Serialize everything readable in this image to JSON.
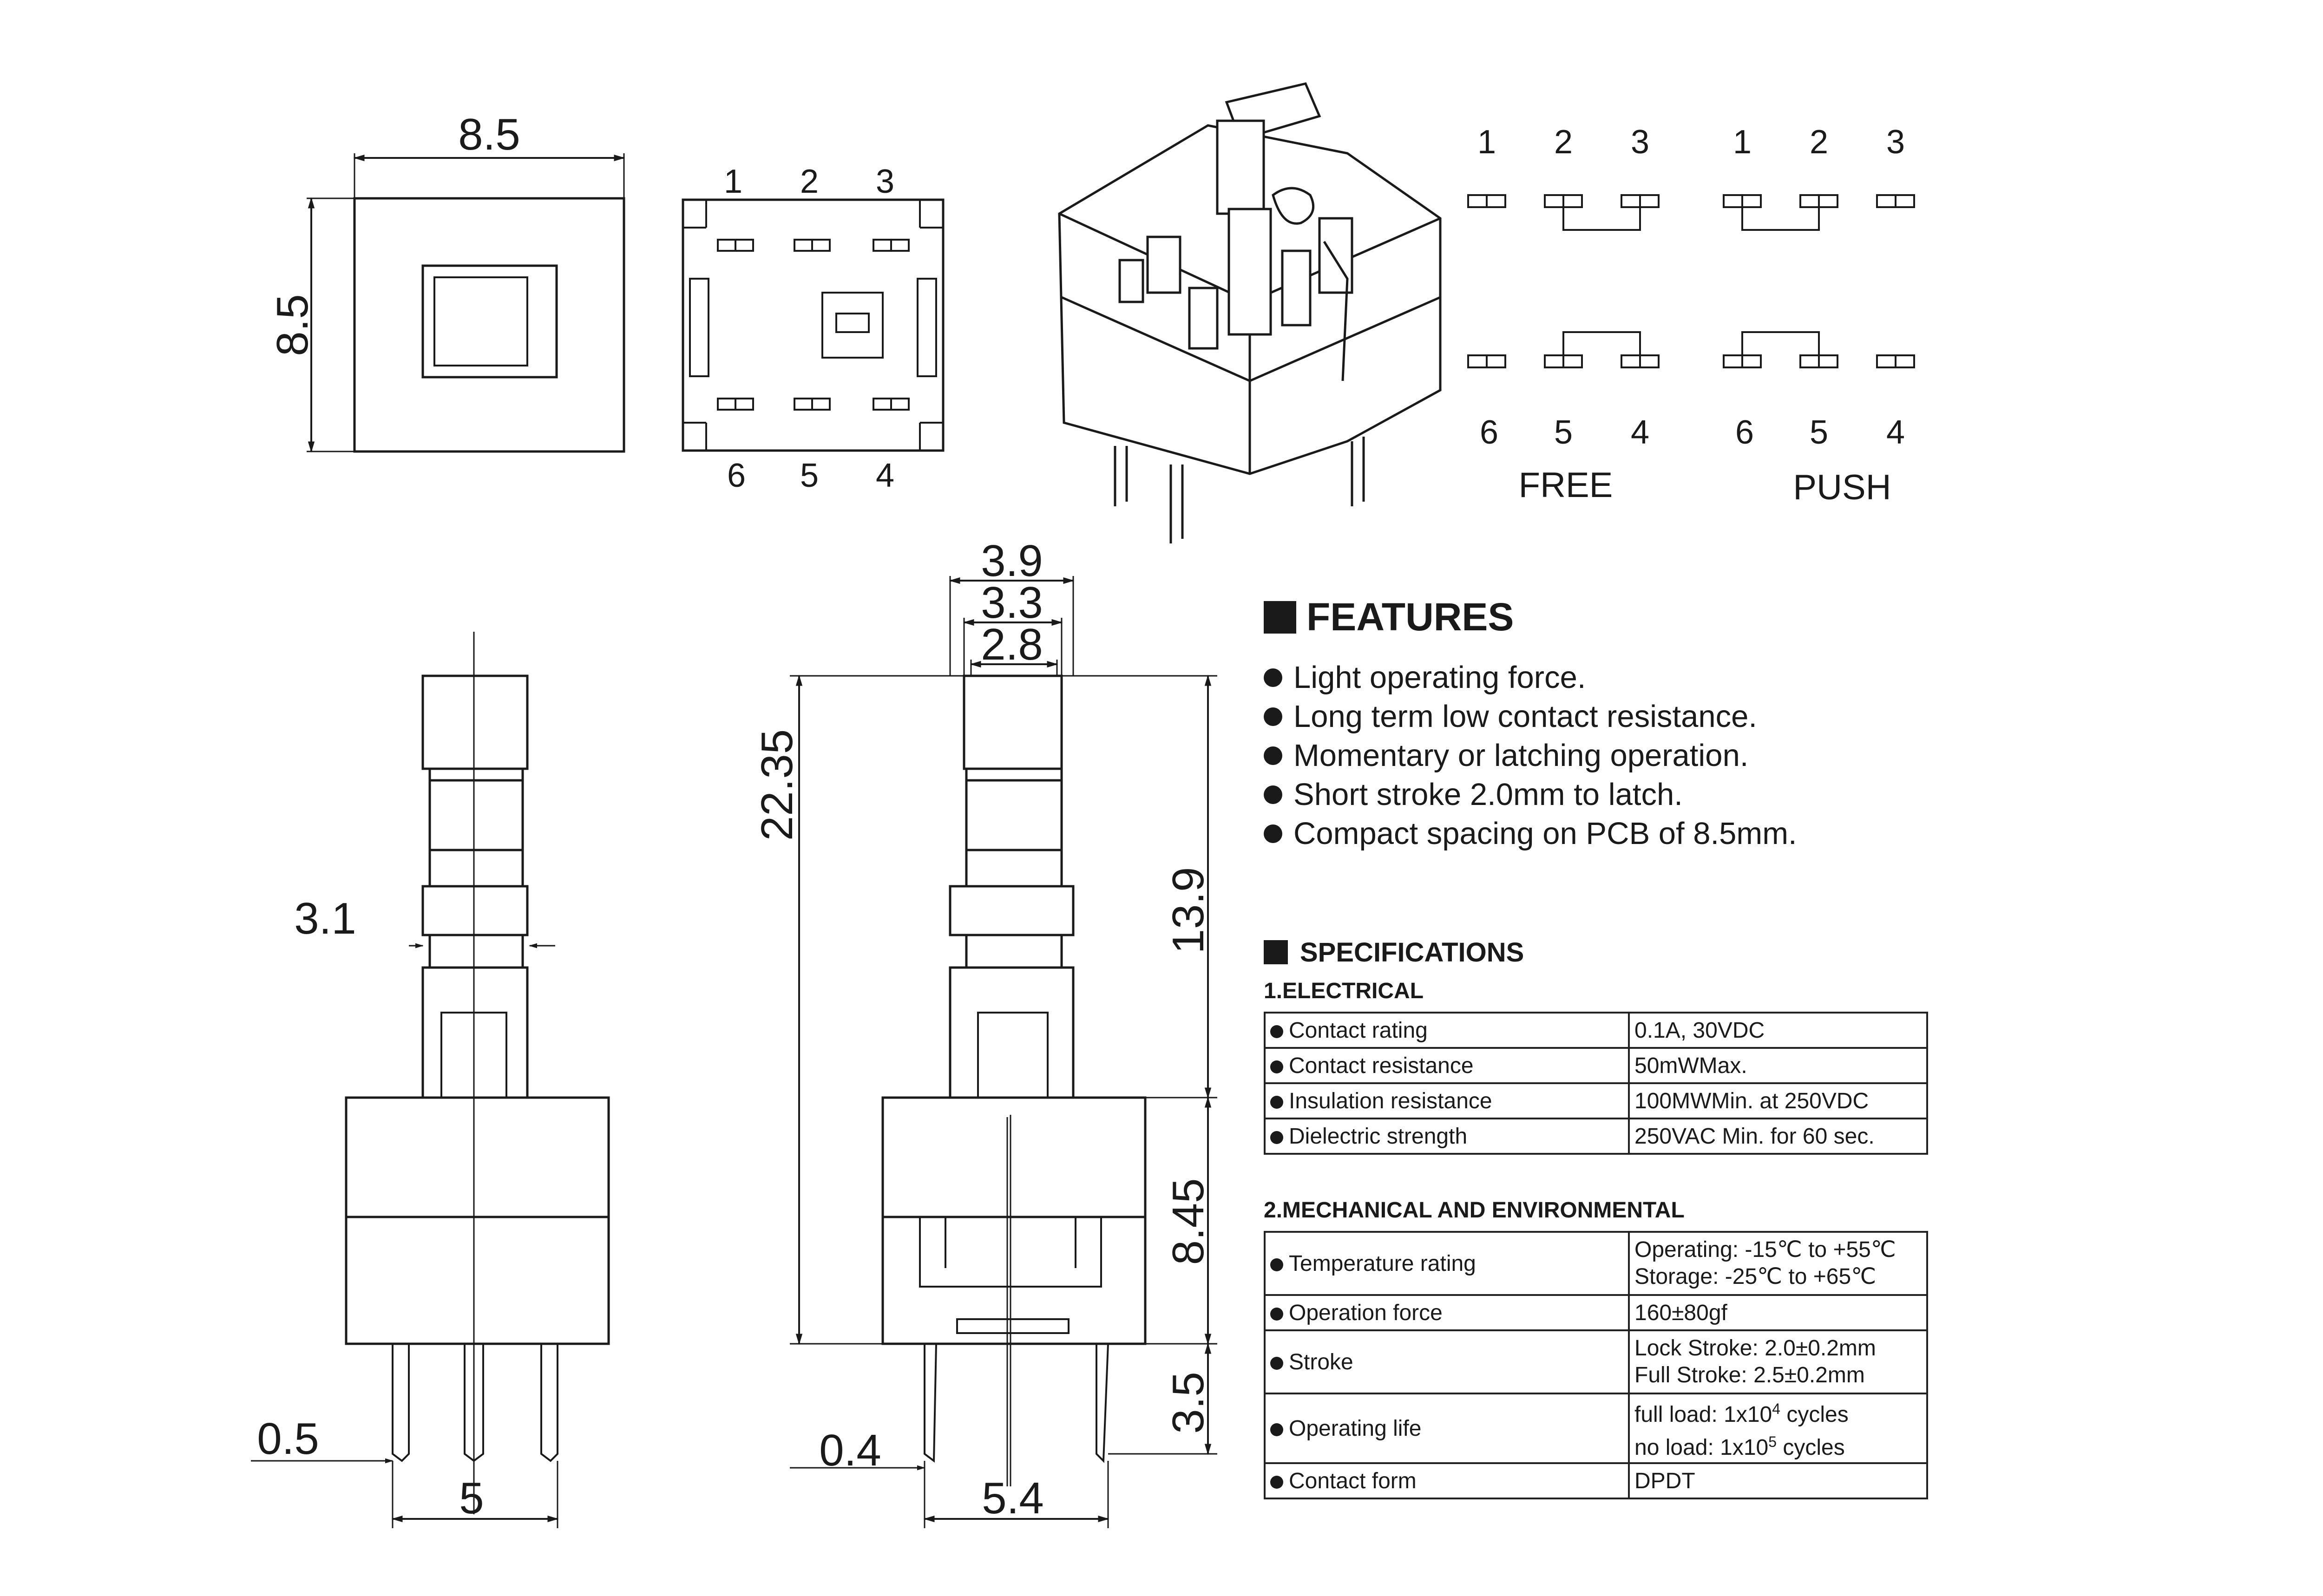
{
  "top_view": {
    "width": "8.5",
    "height": "8.5"
  },
  "bottom_view": {
    "pins_top": [
      "1",
      "2",
      "3"
    ],
    "pins_bottom": [
      "6",
      "5",
      "4"
    ]
  },
  "schematic": {
    "free": {
      "label": "FREE",
      "top": [
        "1",
        "2",
        "3"
      ],
      "bottom": [
        "6",
        "5",
        "4"
      ]
    },
    "push": {
      "label": "PUSH",
      "top": [
        "1",
        "2",
        "3"
      ],
      "bottom": [
        "6",
        "5",
        "4"
      ]
    }
  },
  "front_view": {
    "stem": "3.1",
    "pin_dia": "0.5",
    "pin_pitch": "5"
  },
  "side_view": {
    "widths": [
      "3.9",
      "3.3",
      "2.8"
    ],
    "total_height": "22.35",
    "stem_height": "13.9",
    "body_height": "8.45",
    "pin_length": "3.5",
    "pin_dia": "0.4",
    "pin_pitch": "5.4"
  },
  "features": {
    "title": "FEATURES",
    "items": [
      "Light operating force.",
      "Long term low contact resistance.",
      "Momentary or latching operation.",
      "Short stroke 2.0mm to latch.",
      "Compact spacing on PCB of  8.5mm."
    ]
  },
  "specifications": {
    "title": "SPECIFICATIONS",
    "electrical": {
      "title": "1.ELECTRICAL",
      "rows": [
        {
          "name": "Contact rating",
          "value": "0.1A, 30VDC"
        },
        {
          "name": "Contact resistance",
          "value": "50mWMax."
        },
        {
          "name": "Insulation resistance",
          "value": "100MWMin. at 250VDC"
        },
        {
          "name": "Dielectric strength",
          "value": "250VAC Min. for 60 sec."
        }
      ]
    },
    "mechanical": {
      "title": "2.MECHANICAL AND ENVIRONMENTAL",
      "temperature": {
        "name": "Temperature rating",
        "line1": "Operating: -15℃ to +55℃",
        "line2": "Storage: -25℃ to +65℃"
      },
      "force": {
        "name": "Operation force",
        "value": "160±80gf"
      },
      "stroke": {
        "name": "Stroke",
        "line1": "Lock Stroke: 2.0±0.2mm",
        "line2": "Full Stroke: 2.5±0.2mm"
      },
      "life": {
        "name": "Operating life",
        "line1_pre": "full load: 1x10",
        "line1_exp": "4",
        "line1_post": " cycles",
        "line2_pre": "no load: 1x10",
        "line2_exp": "5",
        "line2_post": " cycles"
      },
      "form": {
        "name": "Contact form",
        "value": "DPDT"
      }
    }
  }
}
